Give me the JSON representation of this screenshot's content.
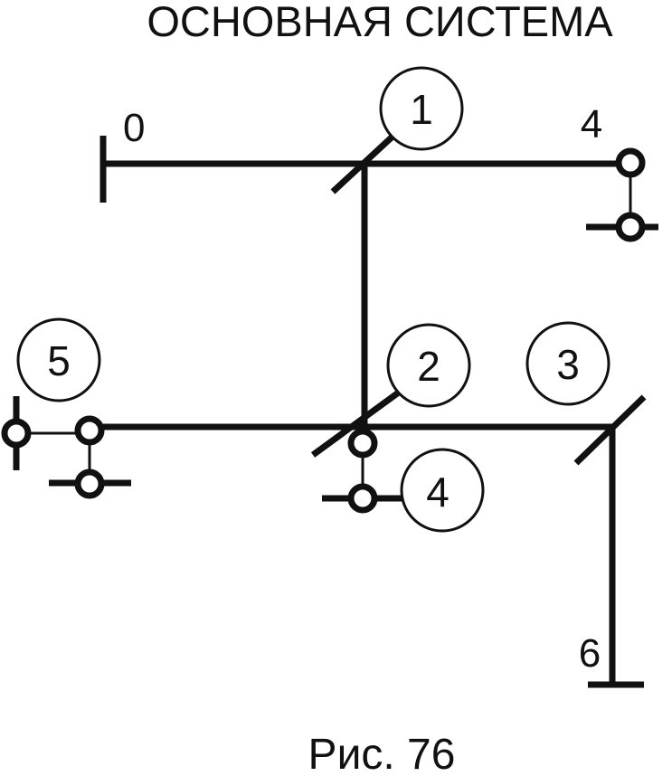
{
  "title": "ОСНОВНАЯ СИСТЕМА",
  "caption": "Рис. 76",
  "labels": {
    "support_0": "0",
    "support_4_top": "4",
    "support_6": "6",
    "node_1": "1",
    "node_2": "2",
    "node_3": "3",
    "node_4_lower": "4",
    "node_5": "5"
  },
  "colors": {
    "line": "#111111",
    "background": "#ffffff"
  }
}
